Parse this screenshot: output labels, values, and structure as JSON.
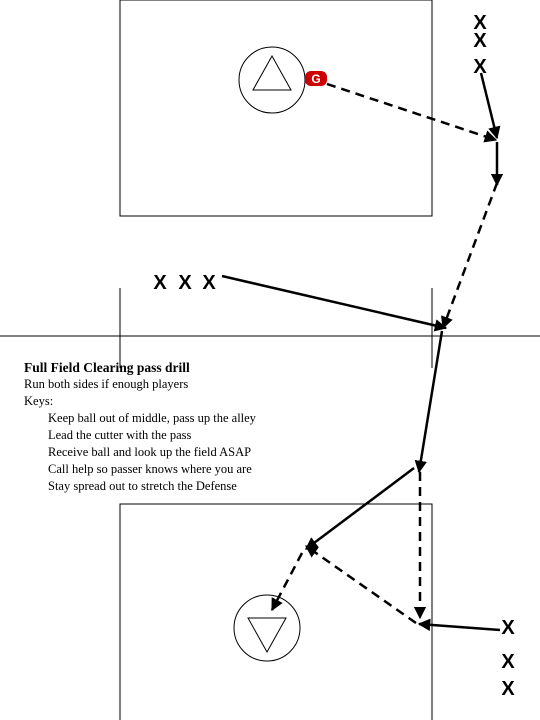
{
  "notes": {
    "title": "Full Field Clearing pass drill",
    "subtitle": "Run both sides if enough players",
    "keys_label": "Keys:",
    "keys": [
      "Keep ball out of middle, pass up the alley",
      "Lead the cutter with the pass",
      "Receive ball and look up the field ASAP",
      "Call help so passer knows where you are",
      "Stay spread out to stretch the Defense"
    ]
  },
  "markers": {
    "goalie_letter": "G",
    "goalie_color": "#cc0000",
    "player_mark": "X"
  },
  "colors": {
    "lines": "#000000",
    "background": "#ffffff"
  }
}
